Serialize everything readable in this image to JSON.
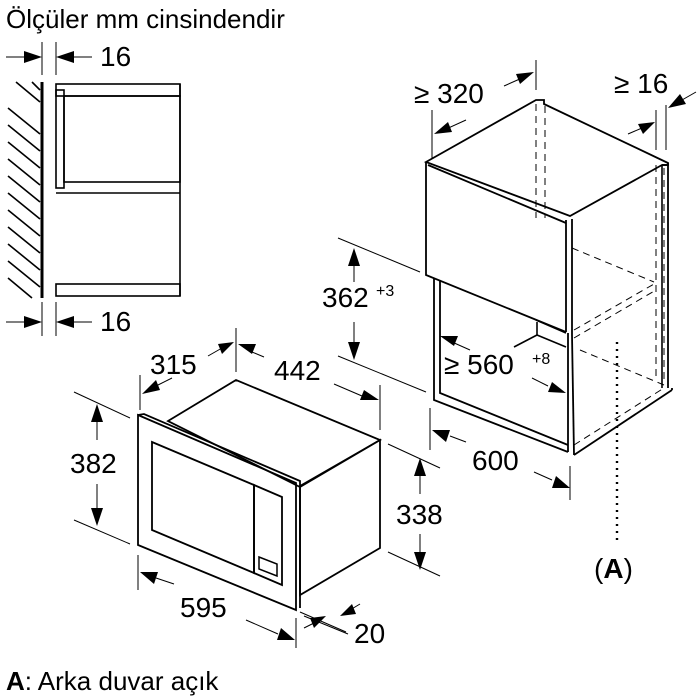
{
  "header": {
    "title": "Ölçüler mm cinsindendir"
  },
  "footnote": {
    "key": "A",
    "separator": ": ",
    "text": "Arka duvar açık"
  },
  "side_view": {
    "top_dimension": "16",
    "bottom_dimension": "16"
  },
  "cabinet": {
    "depth_min": "≥ 320",
    "side_clearance": "≥ 16",
    "opening_height": "362",
    "opening_height_tol": "+3",
    "opening_width": "≥ 560",
    "opening_width_tol": "+8",
    "cabinet_width": "600",
    "rear_open_marker": "(A)"
  },
  "appliance": {
    "depth_frame": "315",
    "depth_body": "442",
    "front_height": "382",
    "body_height": "338",
    "front_width": "595",
    "frame_thickness": "20"
  },
  "colors": {
    "line": "#000000",
    "background": "#ffffff"
  }
}
